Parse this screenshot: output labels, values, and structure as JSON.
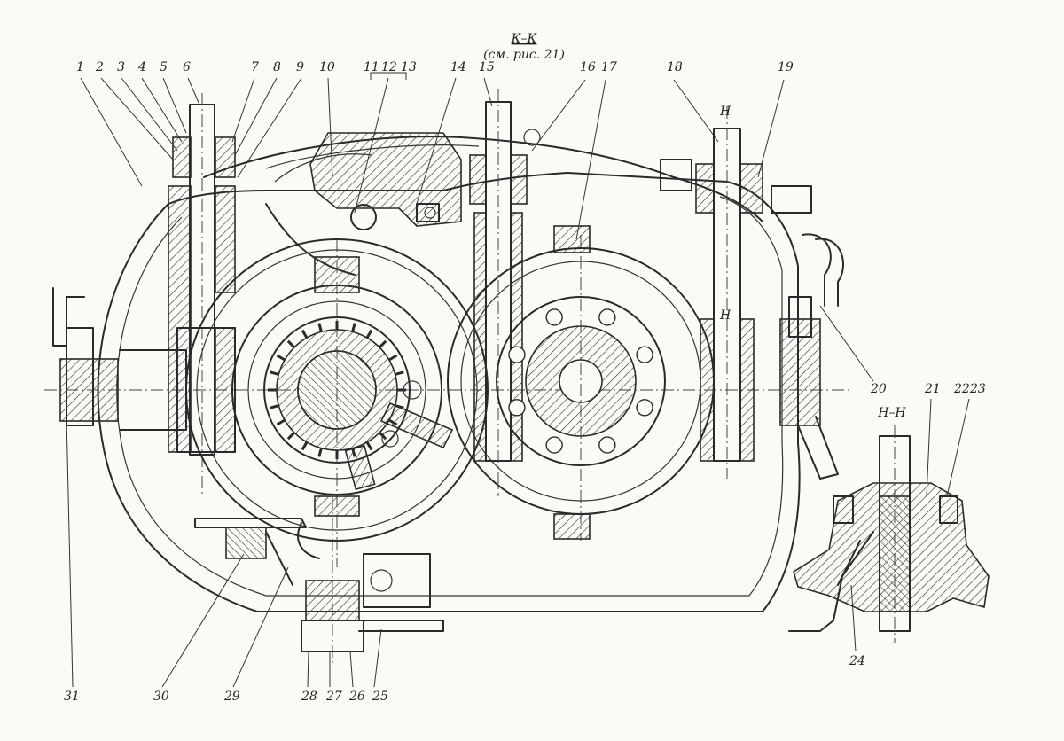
{
  "section_title": "К–К",
  "section_ref": "(см. рис. 21)",
  "inset_title": "Н–Н",
  "cut_marks": {
    "top": "Н",
    "bottom": "Н"
  },
  "callouts": [
    {
      "id": "c1",
      "label": "1"
    },
    {
      "id": "c2",
      "label": "2"
    },
    {
      "id": "c3",
      "label": "3"
    },
    {
      "id": "c4",
      "label": "4"
    },
    {
      "id": "c5",
      "label": "5"
    },
    {
      "id": "c6",
      "label": "6"
    },
    {
      "id": "c7",
      "label": "7"
    },
    {
      "id": "c8",
      "label": "8"
    },
    {
      "id": "c9",
      "label": "9"
    },
    {
      "id": "c10",
      "label": "10"
    },
    {
      "id": "c11",
      "label": "11"
    },
    {
      "id": "c12",
      "label": "12"
    },
    {
      "id": "c13",
      "label": "13"
    },
    {
      "id": "c14",
      "label": "14"
    },
    {
      "id": "c15",
      "label": "15"
    },
    {
      "id": "c16",
      "label": "16"
    },
    {
      "id": "c17",
      "label": "17"
    },
    {
      "id": "c18",
      "label": "18"
    },
    {
      "id": "c19",
      "label": "19"
    },
    {
      "id": "c20",
      "label": "20"
    },
    {
      "id": "c21",
      "label": "21"
    },
    {
      "id": "c22",
      "label": "22"
    },
    {
      "id": "c23",
      "label": "23"
    },
    {
      "id": "c24",
      "label": "24"
    },
    {
      "id": "c25",
      "label": "25"
    },
    {
      "id": "c26",
      "label": "26"
    },
    {
      "id": "c27",
      "label": "27"
    },
    {
      "id": "c28",
      "label": "28"
    },
    {
      "id": "c29",
      "label": "29"
    },
    {
      "id": "c30",
      "label": "30"
    },
    {
      "id": "c31",
      "label": "31"
    }
  ]
}
